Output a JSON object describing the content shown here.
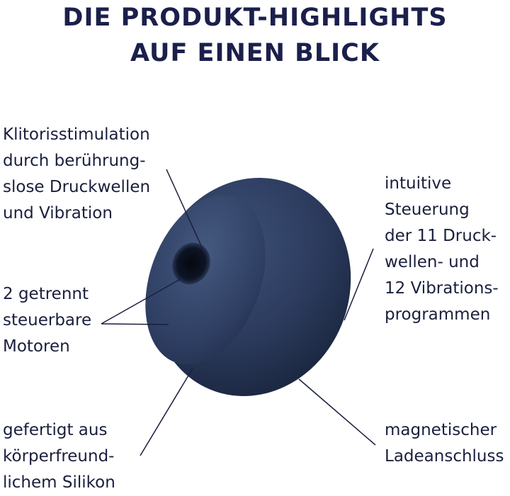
{
  "headline": {
    "line1": "DIE PRODUKT-HIGHLIGHTS",
    "line2": "AUF EINEN BLICK"
  },
  "features": {
    "stimulation": [
      "Klitorisstimulation",
      "durch berührung-",
      "slose Druckwellen",
      "und Vibration"
    ],
    "motors": [
      "2 getrennt",
      "steuerbare",
      "Motoren"
    ],
    "silicone": [
      "gefertigt aus",
      "körperfreund-",
      "lichem Silikon"
    ],
    "control": [
      "intuitive",
      "Steuerung",
      "der 11 Druck-",
      "wellen- und",
      "12 Vibrations-",
      "programmen"
    ],
    "charging": [
      "magnetischer",
      "Ladeanschluss"
    ]
  },
  "colors": {
    "headline": "#1b1f4b",
    "text": "#1a1f3d",
    "product": "#2b3a5c",
    "background": "#ffffff"
  }
}
